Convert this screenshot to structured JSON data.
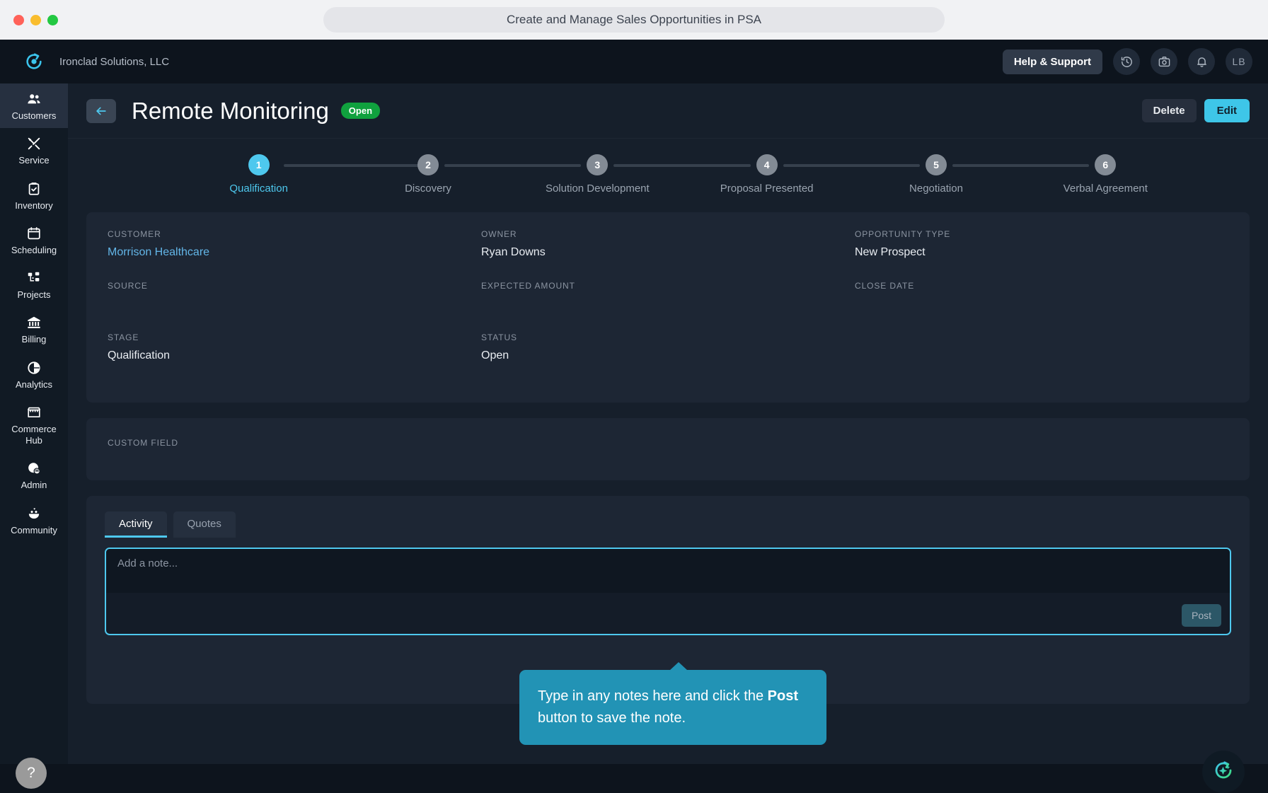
{
  "window": {
    "title": "Create and Manage Sales Opportunities in PSA"
  },
  "topbar": {
    "org_name": "Ironclad Solutions, LLC",
    "logo_icon": "refresh-circle-logo-icon",
    "help_label": "Help & Support",
    "icons": [
      {
        "name": "history-icon"
      },
      {
        "name": "briefcase-camera-icon"
      },
      {
        "name": "bell-icon"
      }
    ],
    "avatar_initials": "LB"
  },
  "sidebar": {
    "items": [
      {
        "label": "Customers",
        "icon": "people-icon",
        "active": true
      },
      {
        "label": "Service",
        "icon": "tools-icon",
        "active": false
      },
      {
        "label": "Inventory",
        "icon": "clipboard-check-icon",
        "active": false
      },
      {
        "label": "Scheduling",
        "icon": "calendar-icon",
        "active": false
      },
      {
        "label": "Projects",
        "icon": "sitemap-icon",
        "active": false
      },
      {
        "label": "Billing",
        "icon": "bank-icon",
        "active": false
      },
      {
        "label": "Analytics",
        "icon": "pie-chart-icon",
        "active": false
      },
      {
        "label": "Commerce Hub",
        "icon": "storefront-icon",
        "active": false
      },
      {
        "label": "Admin",
        "icon": "admin-gear-icon",
        "active": false
      },
      {
        "label": "Community",
        "icon": "community-icon",
        "active": false
      }
    ],
    "help_fab_label": "?"
  },
  "page": {
    "back_icon": "arrow-left-icon",
    "title": "Remote Monitoring",
    "status_badge": "Open",
    "delete_label": "Delete",
    "edit_label": "Edit"
  },
  "stepper": {
    "current_index": 0,
    "steps": [
      {
        "number": "1",
        "label": "Qualification"
      },
      {
        "number": "2",
        "label": "Discovery"
      },
      {
        "number": "3",
        "label": "Solution Development"
      },
      {
        "number": "4",
        "label": "Proposal Presented"
      },
      {
        "number": "5",
        "label": "Negotiation"
      },
      {
        "number": "6",
        "label": "Verbal Agreement"
      }
    ]
  },
  "details": {
    "fields": [
      {
        "label": "CUSTOMER",
        "value": "Morrison Healthcare",
        "link": true
      },
      {
        "label": "OWNER",
        "value": "Ryan Downs",
        "link": false
      },
      {
        "label": "OPPORTUNITY TYPE",
        "value": "New Prospect",
        "link": false
      },
      {
        "label": "SOURCE",
        "value": "",
        "link": false
      },
      {
        "label": "EXPECTED AMOUNT",
        "value": "",
        "link": false
      },
      {
        "label": "CLOSE DATE",
        "value": "",
        "link": false
      },
      {
        "label": "STAGE",
        "value": "Qualification",
        "link": false
      },
      {
        "label": "STATUS",
        "value": "Open",
        "link": false
      },
      {
        "label": "",
        "value": "",
        "link": false
      }
    ]
  },
  "custom_section": {
    "label": "CUSTOM FIELD"
  },
  "activity": {
    "tabs": [
      {
        "label": "Activity",
        "active": true
      },
      {
        "label": "Quotes",
        "active": false
      }
    ],
    "note_placeholder": "Add a note...",
    "note_value": "",
    "post_label": "Post"
  },
  "tooltip": {
    "text_before": "Type in any notes here and click the ",
    "bold": "Post",
    "text_after": " button to save the note."
  },
  "ai_fab": {
    "icon": "ai-sparkle-icon"
  },
  "colors": {
    "accent": "#4ec8ee",
    "status_open": "#10a13e",
    "tooltip_bg": "#2293b5",
    "panel": "#1d2634",
    "app_bg": "#161f2b",
    "sidebar_bg": "#111a24"
  }
}
